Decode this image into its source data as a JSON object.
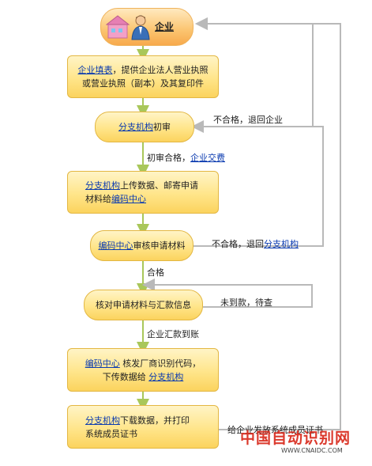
{
  "diagram": {
    "start": {
      "label": "企业"
    },
    "step1": {
      "link": "企业填表",
      "text": "，提供企业法人营业执照",
      "line2": "或营业执照（副本）及其复印件"
    },
    "step2": {
      "link": "分支机构",
      "text": "初审"
    },
    "step3": {
      "link": "分支机构",
      "text": "上传数据、邮寄申请",
      "line2_text": "材料给",
      "line2_link": "编码中心"
    },
    "step4": {
      "link": "编码中心",
      "text": "审核申请材料"
    },
    "step5": {
      "text": "核对申请材料与汇款信息"
    },
    "step6": {
      "link": "编码中心",
      "text": " 核发厂商识别代码，",
      "line2_text": "下传数据给 ",
      "line2_link": "分支机构"
    },
    "step7": {
      "link": "分支机构",
      "text": "下载数据，并打印",
      "line2": "系统成员证书"
    },
    "labels": {
      "reject1": "不合格，退回企业",
      "pass1_text": "初审合格，",
      "pass1_link": "企业交费",
      "reject2_text": "不合格，退回",
      "reject2_link": "分支机构",
      "pass2": "合格",
      "unpaid": "未到款，待查",
      "paid": "企业汇款到账",
      "issue": "给企业发放系统成员证书"
    }
  },
  "watermark": {
    "brand": "中国自动识别网",
    "url": "WWW.CNAIDC.COM"
  },
  "colors": {
    "arrow": "#a9c75a",
    "return": "#b9b9b9",
    "link": "#0b3bb0",
    "node_border": "#e3b743",
    "watermark_red": "#d92a1c"
  }
}
